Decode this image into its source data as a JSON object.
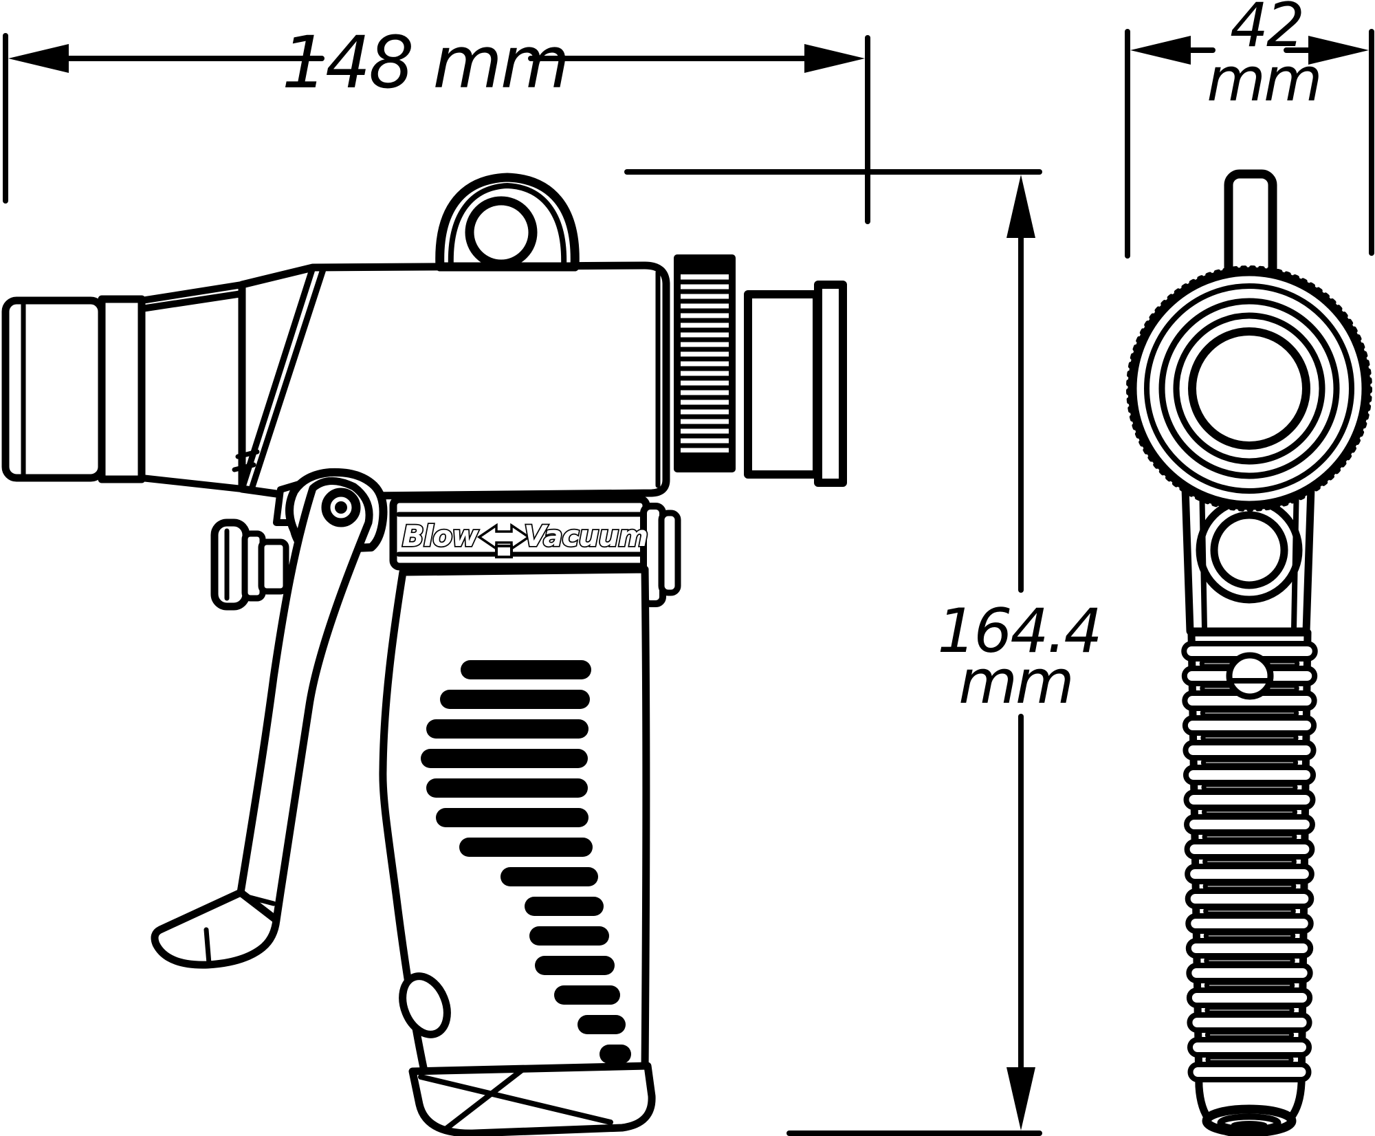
{
  "dimensions": {
    "length": {
      "label": "148 mm"
    },
    "width": {
      "value": "42",
      "unit": "mm"
    },
    "height": {
      "value": "164.4",
      "unit": "mm"
    }
  },
  "switch": {
    "left": "Blow",
    "right": "Vacuum"
  },
  "colors": {
    "line": "#000000",
    "background": "#ffffff"
  }
}
